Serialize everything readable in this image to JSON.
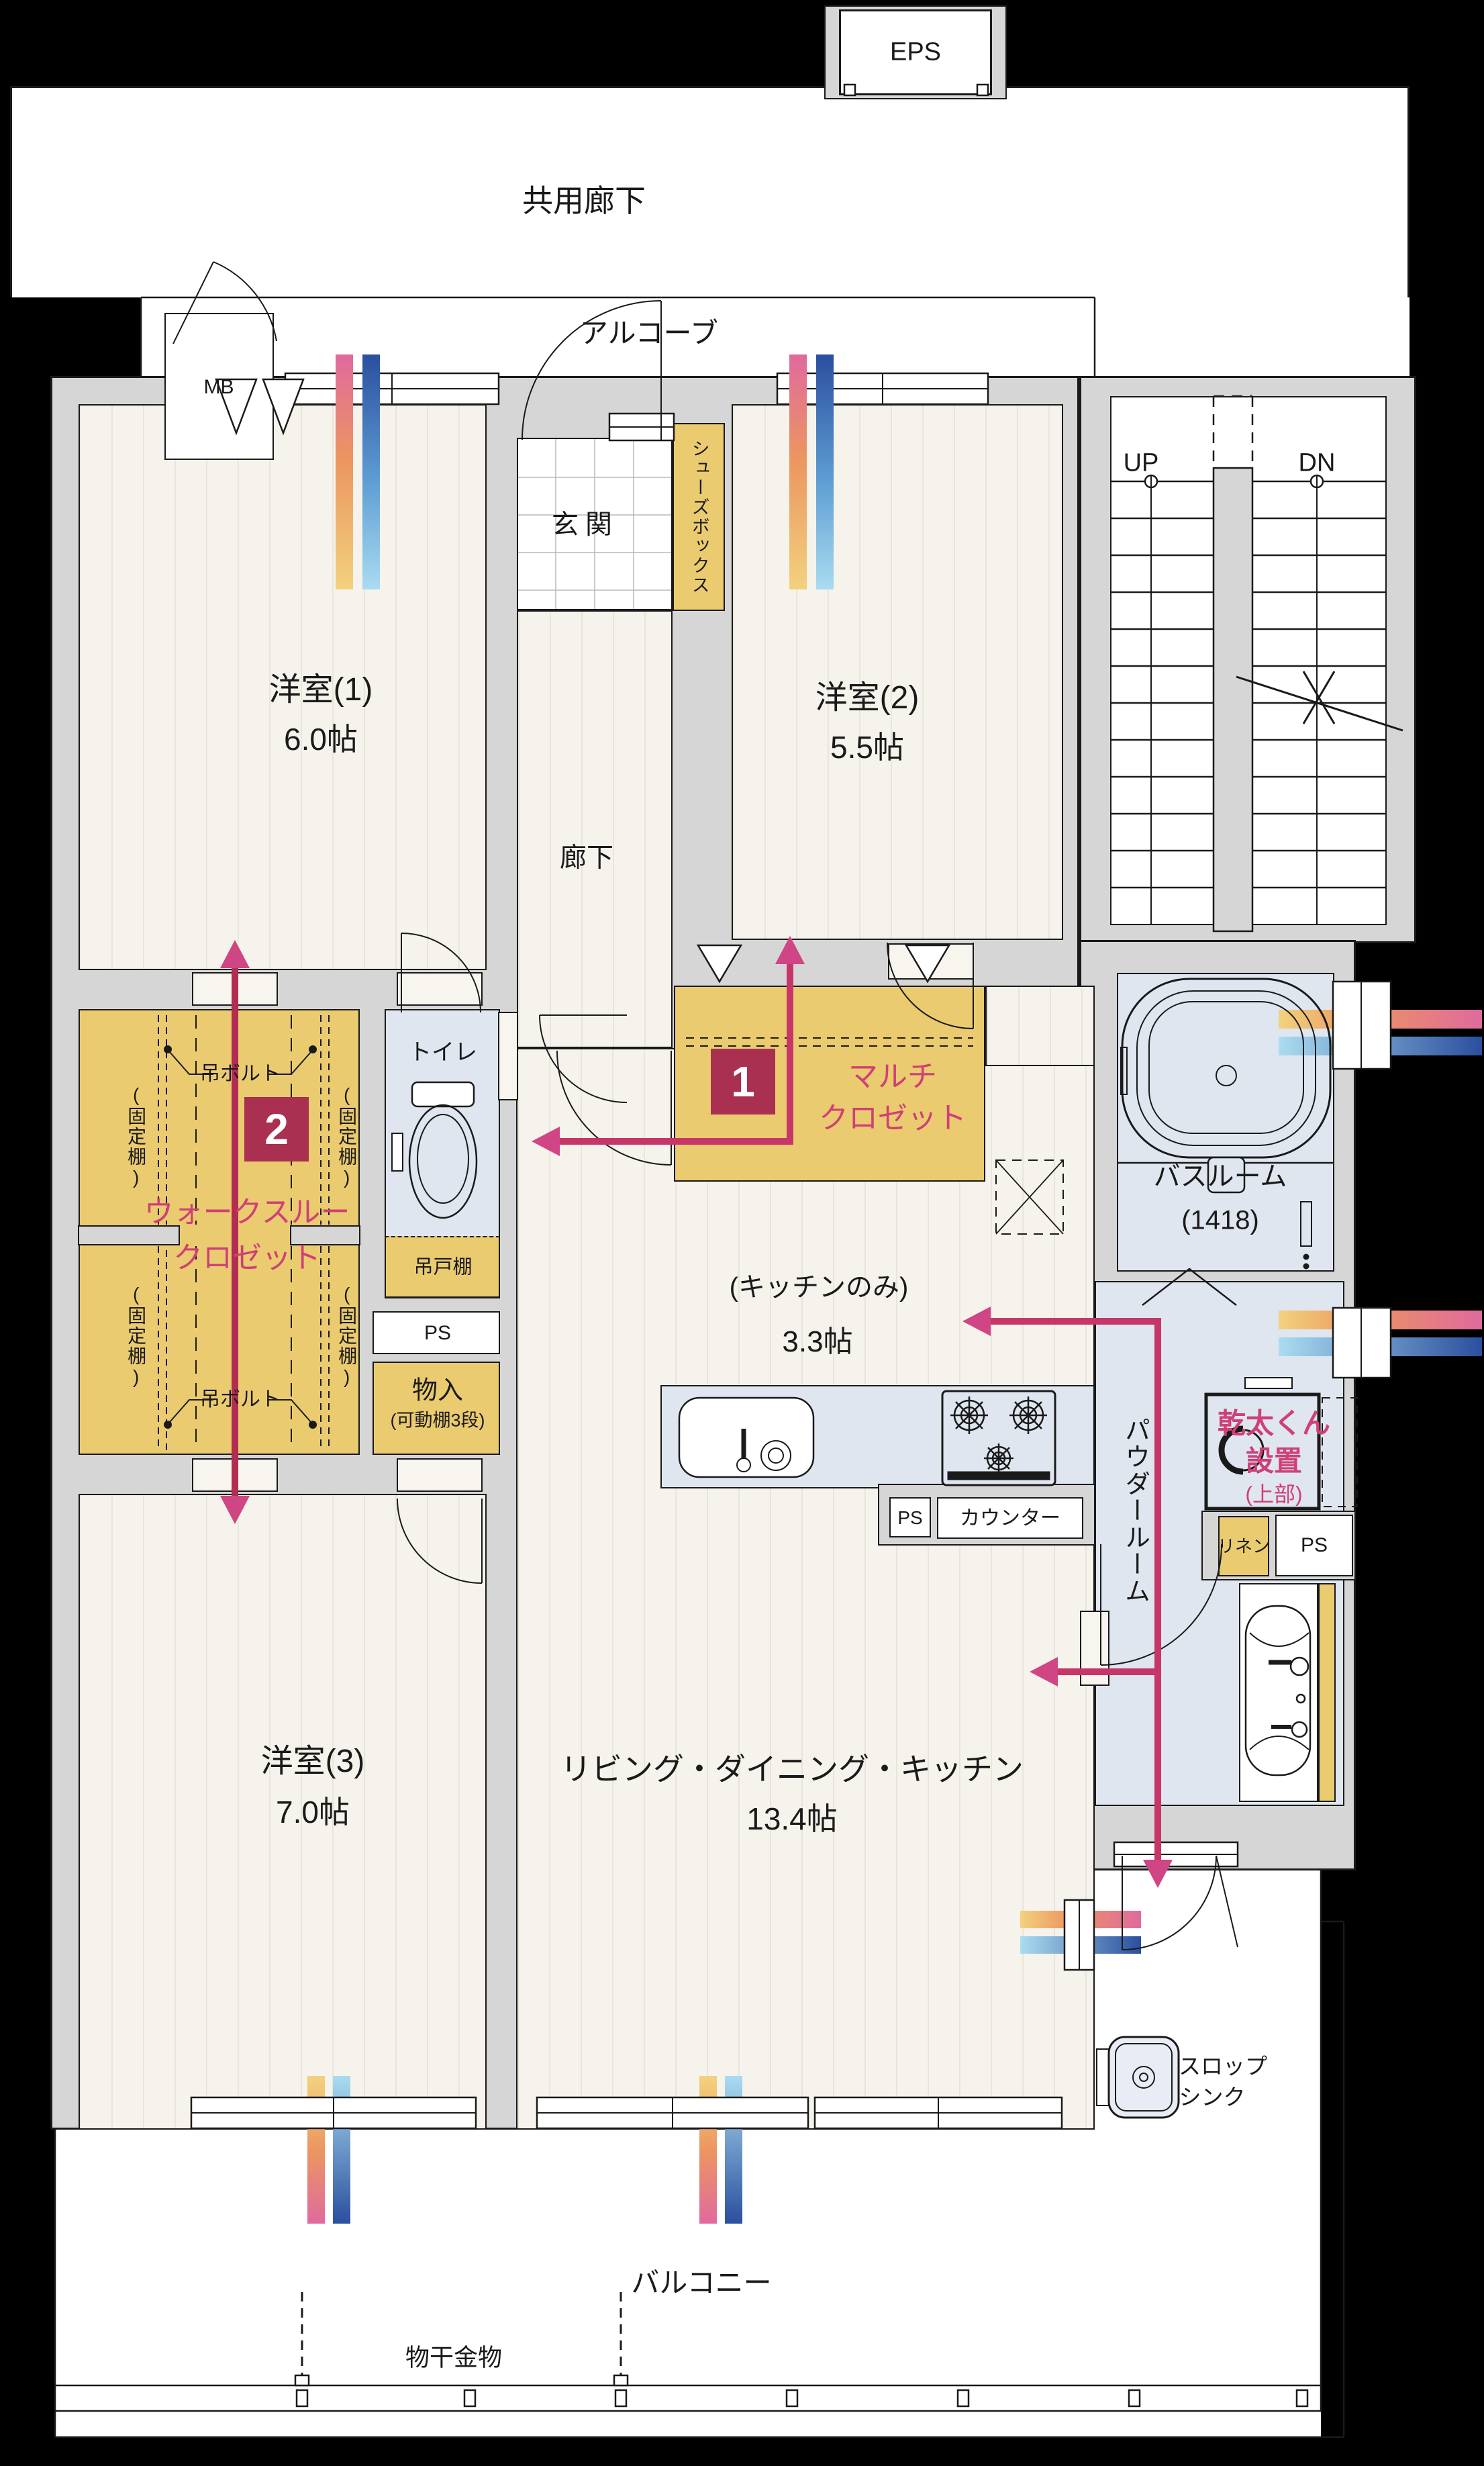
{
  "common": {
    "eps": "EPS",
    "corridor": "共用廊下",
    "alcove": "アルコーブ",
    "mb": "MB",
    "stairs_up": "UP",
    "stairs_dn": "DN"
  },
  "entrance": {
    "genkan": "玄関",
    "shoe_box": "シューズボックス",
    "hallway": "廊下"
  },
  "rooms": {
    "room1": {
      "name": "洋室(1)",
      "size": "6.0帖"
    },
    "room2": {
      "name": "洋室(2)",
      "size": "5.5帖"
    },
    "room3": {
      "name": "洋室(3)",
      "size": "7.0帖"
    },
    "ldk": {
      "name": "リビング・ダイニング・キッチン",
      "size": "13.4帖"
    },
    "kitchen": {
      "name": "(キッチンのみ)",
      "size": "3.3帖"
    }
  },
  "storage": {
    "multi_closet": {
      "badge": "1",
      "line1": "マルチ",
      "line2": "クロゼット"
    },
    "walkthrough_closet": {
      "badge": "2",
      "line1": "ウォークスルー",
      "line2": "クロゼット"
    },
    "tsuri_bolt": "吊ボルト",
    "fixed_shelf": "(固定棚)",
    "tsuri_todana": "吊戸棚",
    "mono_ire": {
      "line1": "物入",
      "line2": "(可動棚3段)"
    },
    "linen": "リネン"
  },
  "sanitary": {
    "toilet": "トイレ",
    "bathroom": {
      "line1": "バスルーム",
      "line2": "(1418)"
    },
    "powder_room": "パウダールーム",
    "kanta": {
      "line1": "乾太くん",
      "line2": "設置",
      "line3": "(上部)"
    },
    "counter": "カウンター",
    "ps": "PS"
  },
  "outdoor": {
    "balcony": "バルコニー",
    "slop_sink": {
      "line1": "スロップ",
      "line2": "シンク"
    },
    "monohoshi": "物干金物"
  },
  "colors": {
    "wall": "#d6d6d6",
    "floor": "#f5f3ec",
    "wet_area": "#dfe6f0",
    "closet_yellow": "#ebcb70",
    "accent_pink": "#cf4077",
    "route_pink": "#c63668",
    "badge_crimson": "#a93050"
  }
}
